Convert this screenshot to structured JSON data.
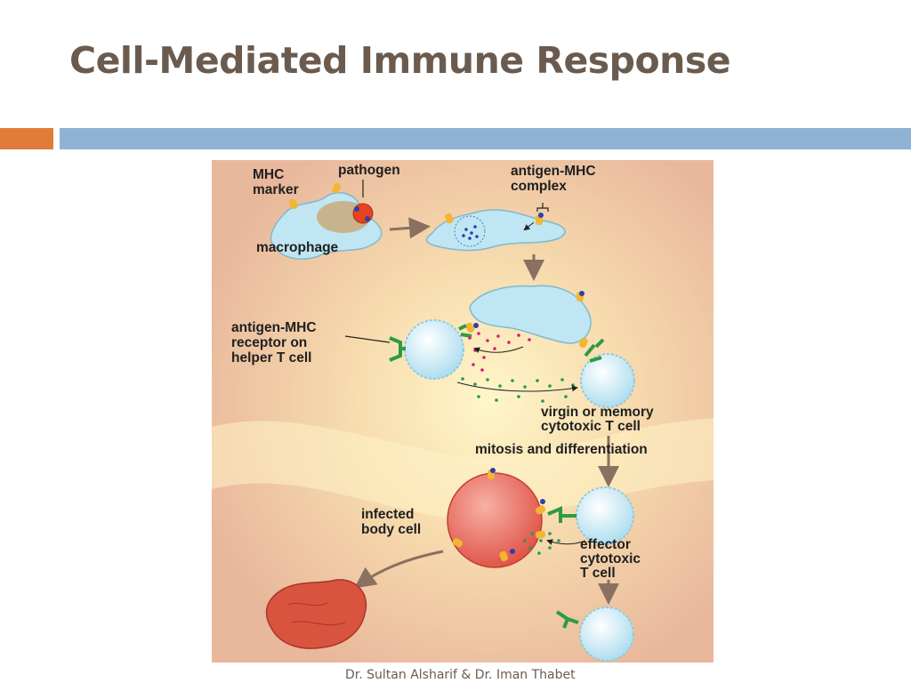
{
  "slide": {
    "title": "Cell-Mediated Immune Response",
    "footer": "Dr. Sultan Alsharif & Dr. Iman Thabet",
    "accent_color": "#e07b39",
    "band_color": "#8fb3d4",
    "title_color": "#6b5b4e"
  },
  "diagram": {
    "labels": {
      "mhc_marker_1": "MHC",
      "mhc_marker_2": "marker",
      "pathogen": "pathogen",
      "macrophage": "macrophage",
      "antigen_mhc_complex_1": "antigen-MHC",
      "antigen_mhc_complex_2": "complex",
      "receptor_1": "antigen-MHC",
      "receptor_2": "receptor on",
      "receptor_3": "helper T cell",
      "virgin_1": "virgin or memory",
      "virgin_2": "cytotoxic T cell",
      "mitosis": "mitosis and differentiation",
      "infected_1": "infected",
      "infected_2": "body cell",
      "effector_1": "effector",
      "effector_2": "cytotoxic",
      "effector_3": "T cell"
    },
    "colors": {
      "background": "#f0c9ab",
      "macrophage": "#bfe6f2",
      "t_cell": "#cdeef8",
      "infected_cell": "#ea6a5a",
      "dead_cell": "#d9543f",
      "receptor": "#2f9a46",
      "mhc_marker": "#f2b632",
      "pathogen": "#e8431f",
      "magenta_dots": "#d81b77",
      "green_dots": "#1f9d4a",
      "arrow": "#8a7060"
    }
  }
}
